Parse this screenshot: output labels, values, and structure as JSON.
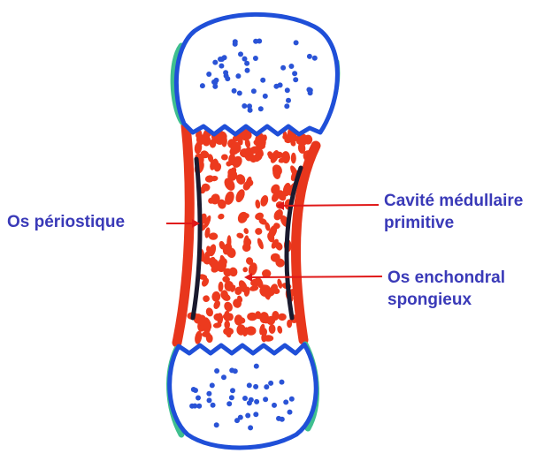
{
  "labels": {
    "periosteal_bone": "Os périostique",
    "medullary_cavity_line1": "Cavité médullaire",
    "medullary_cavity_line2": "primitive",
    "spongy_bone_line1": "Os enchondral",
    "spongy_bone_line2": "spongieux"
  },
  "colors": {
    "label_text": "#3a3ab8",
    "arrow": "#e01818",
    "outline_blue": "#1f4fd8",
    "periosteum_red": "#e8361c",
    "cortex_dark": "#1a1a2e",
    "cartilage_green": "#3fbf8f",
    "trabeculae_red": "#ec3a1e",
    "epiphysis_dots": "#2a53d6"
  }
}
